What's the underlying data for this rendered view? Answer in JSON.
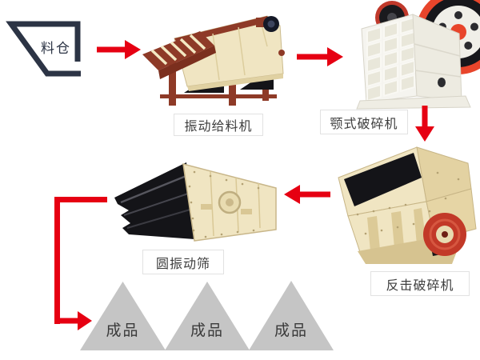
{
  "diagram": {
    "hopper": {
      "label": "料仓"
    },
    "machines": {
      "feeder": {
        "label": "振动给料机"
      },
      "jaw": {
        "label": "颚式破碎机"
      },
      "impact": {
        "label": "反击破碎机"
      },
      "screen": {
        "label": "圆振动筛"
      }
    },
    "products": [
      {
        "label": "成品"
      },
      {
        "label": "成品"
      },
      {
        "label": "成品"
      }
    ],
    "arrows": [
      {
        "from": "hopper",
        "to": "feeder",
        "direction": "right"
      },
      {
        "from": "feeder",
        "to": "jaw",
        "direction": "right"
      },
      {
        "from": "jaw",
        "to": "impact",
        "direction": "down"
      },
      {
        "from": "impact",
        "to": "screen",
        "direction": "left"
      },
      {
        "from": "screen",
        "to": "products",
        "direction": "down-then-right"
      }
    ]
  },
  "colors": {
    "arrow_red": "#e60012",
    "hopper_outline": "#2c3445",
    "pile_gray": "#c5c5c5",
    "pile_text": "#3a3a3a",
    "label_text": "#3d3d3d",
    "label_border": "#e2e2e2",
    "machine_beige": "#f0e5c2",
    "machine_beige_dark": "#d9c795",
    "machine_maroon": "#8e3a27",
    "machine_white": "#f5f4ef",
    "wheel_red": "#e8452b",
    "deck_black": "#141418"
  }
}
